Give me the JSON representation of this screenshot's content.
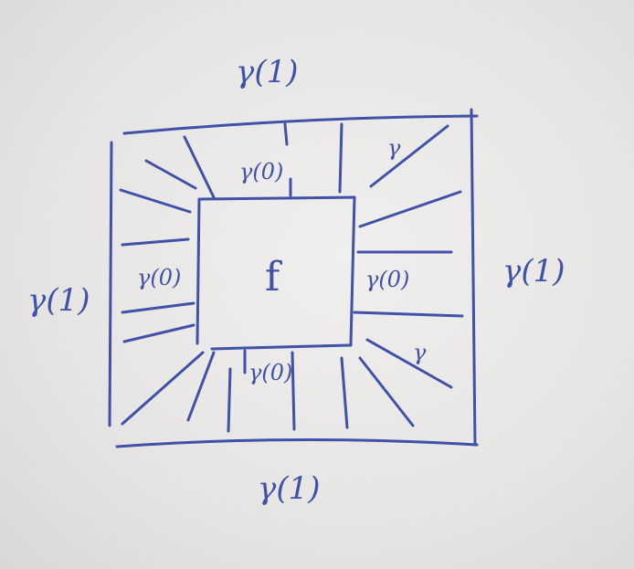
{
  "colors": {
    "ink": "#3f51a8",
    "paper": "#e9e8e6"
  },
  "labels": {
    "outer_top": "γ(1)",
    "outer_left": "γ(1)",
    "outer_right": "γ(1)",
    "outer_bottom": "γ(1)",
    "inner_top": "γ(0)",
    "inner_left": "γ(0)",
    "inner_right": "γ(0)",
    "inner_bottom": "γ(0)",
    "center": "f",
    "diag_top_right": "γ",
    "diag_bottom_right": "γ"
  }
}
